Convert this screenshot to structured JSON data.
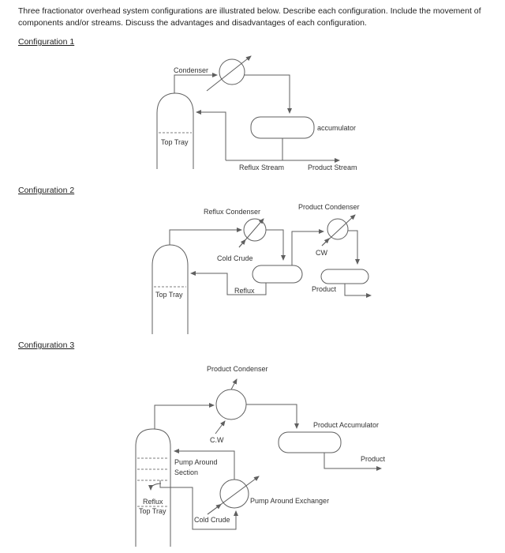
{
  "colors": {
    "line": "#5f5f5f",
    "dashed_tray": "#7d7d7d",
    "text": "#333333",
    "body_text": "#1f1f1f"
  },
  "intro": {
    "line1": "Three fractionator overhead system configurations are illustrated below. Describe each configuration. Include the movement of",
    "line2": "components and/or streams. Discuss the advantages and disadvantages of each configuration."
  },
  "config1": {
    "heading": "Configuration 1",
    "labels": {
      "condenser": "Condenser",
      "top_tray": "Top Tray",
      "accumulator": "accumulator",
      "reflux_stream": "Reflux Stream",
      "product_stream": "Product Stream"
    }
  },
  "config2": {
    "heading": "Configuration 2",
    "labels": {
      "reflux_condenser": "Reflux Condenser",
      "product_condenser": "Product Condenser",
      "cold_crude": "Cold Crude",
      "cw": "CW",
      "top_tray": "Top Tray",
      "reflux": "Reflux",
      "product": "Product"
    }
  },
  "config3": {
    "heading": "Configuration 3",
    "labels": {
      "product_condenser": "Product Condenser",
      "cw": "C.W",
      "product_accumulator": "Product Accumulator",
      "product": "Product",
      "pump_around_line1": "Pump Around",
      "pump_around_line2": "Section",
      "reflux": "Reflux",
      "top_tray": "Top Tray",
      "cold_crude": "Cold Crude",
      "pump_around_exchanger": "Pump Around Exchanger"
    }
  }
}
